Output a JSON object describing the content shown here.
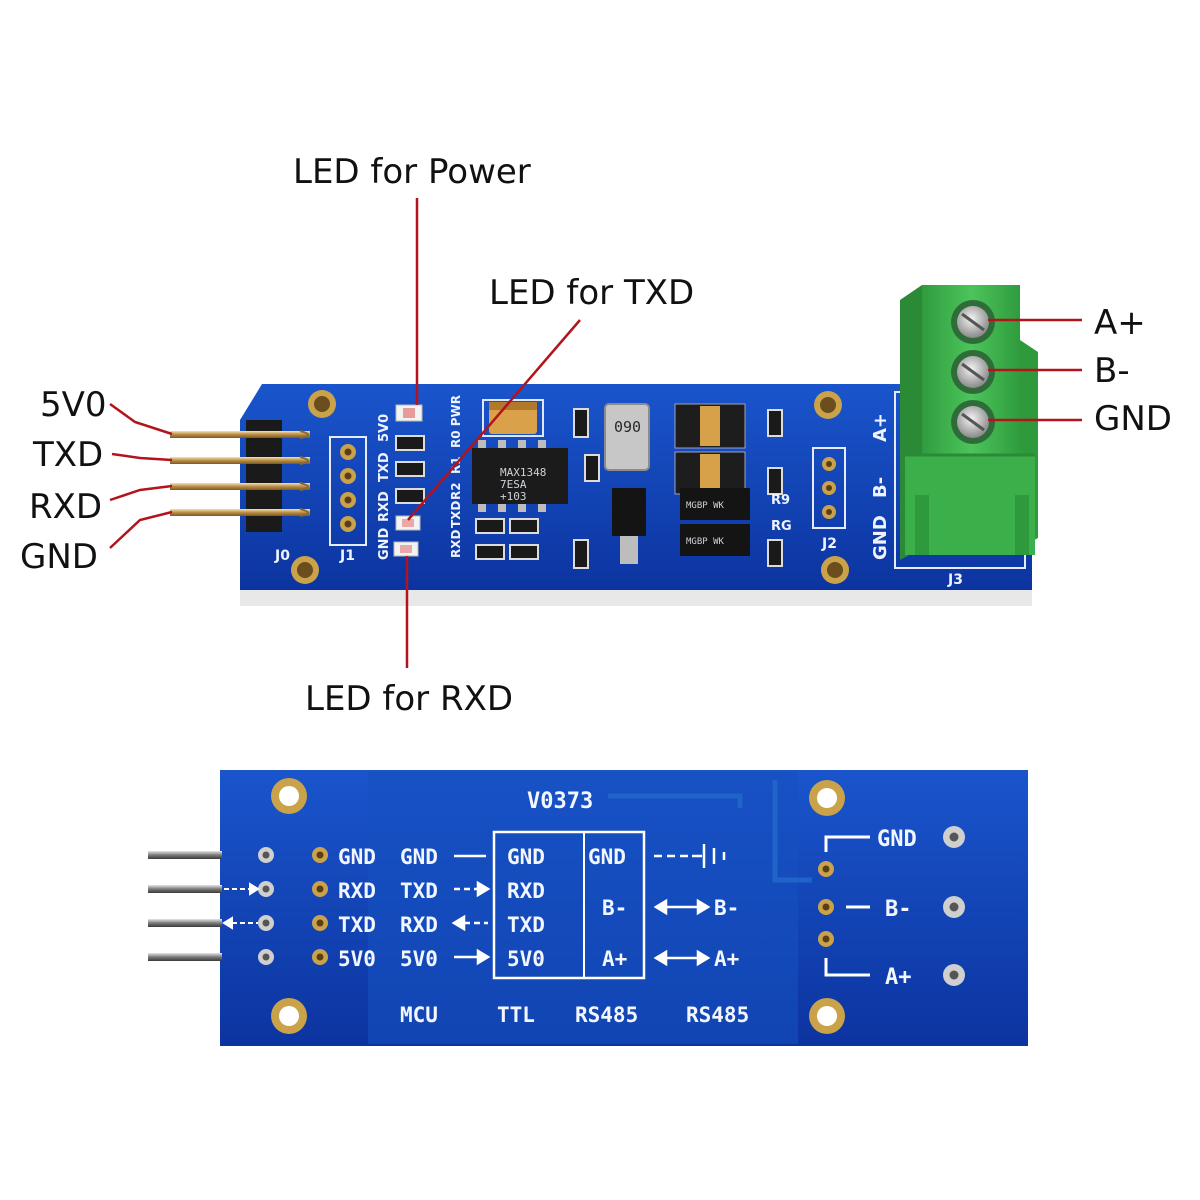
{
  "callouts": {
    "led_power": "LED for Power",
    "led_txd": "LED for TXD",
    "led_rxd": "LED for RXD",
    "a_plus": "A+",
    "b_minus": "B-",
    "gnd": "GND"
  },
  "header_pins": [
    "5V0",
    "TXD",
    "RXD",
    "GND"
  ],
  "front_silk": {
    "j0": "J0",
    "j1": "J1",
    "j2": "J2",
    "j3": "J3",
    "pin_labels": [
      "5V0",
      "TXD",
      "RXD",
      "GND"
    ],
    "led_labels": [
      "R0 PWR",
      "R1",
      "R2",
      "TXD",
      "RXD"
    ],
    "ic_label": "MAX1348\n7ESA\n+103",
    "terminal_labels": [
      "A+",
      "B-",
      "GND"
    ],
    "r9": "R9",
    "rg": "RG",
    "inductor": "090",
    "diode_label": "MGBP WK"
  },
  "back": {
    "board_id": "V0373",
    "mcu_pins": [
      "GND",
      "RXD",
      "TXD",
      "5V0"
    ],
    "ttl_pins": [
      "GND",
      "TXD",
      "RXD",
      "5V0"
    ],
    "box_left": [
      "GND",
      "RXD",
      "TXD",
      "5V0"
    ],
    "box_right": [
      "GND",
      "B-",
      "A+"
    ],
    "rs485_side": [
      "B-",
      "A+"
    ],
    "terminal_labels": [
      "GND",
      "B-",
      "A+"
    ],
    "bottom_labels": [
      "MCU",
      "TTL",
      "RS485",
      "RS485"
    ]
  },
  "colors": {
    "pcb_blue": "#0f3fb0",
    "terminal_green": "#3daf4a",
    "callout_red": "#b3141c",
    "pad_gold": "#c9a24a"
  }
}
